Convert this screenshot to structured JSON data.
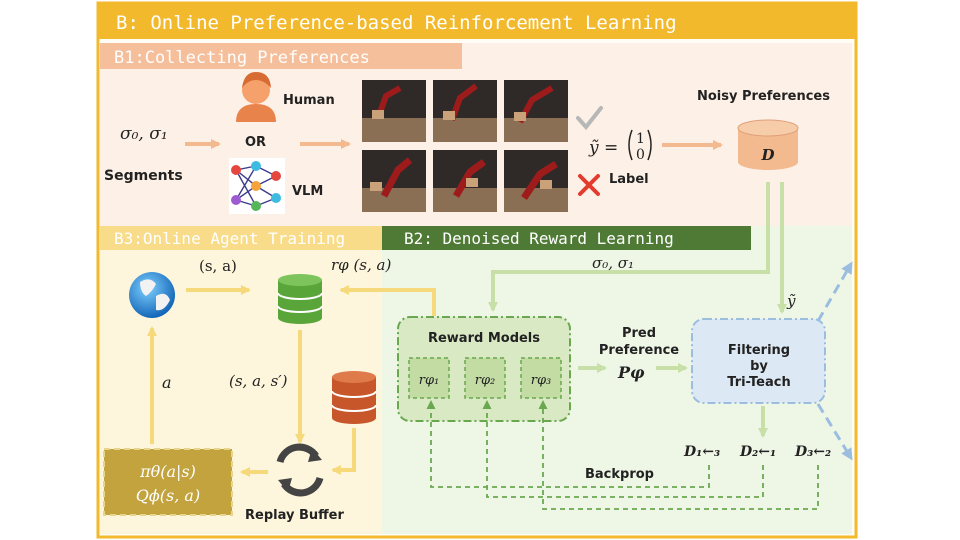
{
  "title": "B: Online Preference-based Reinforcement Learning",
  "b1": {
    "title": "B1:Collecting Preferences",
    "segments_symbol": "σ₀, σ₁",
    "segments_label": "Segments",
    "human_label": "Human",
    "or_label": "OR",
    "vlm_label": "VLM",
    "label_eq": "ỹ =",
    "label_vector_top": "1",
    "label_vector_bottom": "0",
    "label_text": "Label",
    "noisy_preferences": "Noisy Preferences",
    "dataset_symbol": "D"
  },
  "b2": {
    "title": "B2: Denoised Reward Learning",
    "segments_symbol": "σ₀, σ₁",
    "y_tilde": "ỹ",
    "reward_models_title": "Reward Models",
    "reward_model_1": "rφ₁",
    "reward_model_2": "rφ₂",
    "reward_model_3": "rφ₃",
    "pred_preference_line1": "Pred",
    "pred_preference_line2": "Preference",
    "pred_symbol": "Pφ",
    "filter_line1": "Filtering",
    "filter_line2": "by",
    "filter_line3": "Tri-Teach",
    "d13": "D₁←₃",
    "d21": "D₂←₁",
    "d32": "D₃←₂",
    "backprop": "Backprop"
  },
  "b3": {
    "title": "B3:Online Agent Training",
    "sa_label": "(s, a)",
    "reward_label": "rφ (s, a)",
    "transition_label": "(s, a, s′)",
    "action_label": "a",
    "policy_line1": "πθ(a|s)",
    "policy_line2": "Qϕ(s, a)",
    "replay_buffer": "Replay Buffer"
  },
  "colors": {
    "title_bar": "#f2b92c",
    "b1_header": "#f5bf9c",
    "b1_bg": "#fdf0e6",
    "b3_header": "#f8dc8a",
    "b3_bg": "#fdf6dc",
    "b2_header": "#4f7a35",
    "b2_bg": "#eef6e6",
    "orange_arrow": "#f3b98f",
    "yellow_arrow": "#f5d97a",
    "green_arrow": "#c9dfa8",
    "dashed_green": "#6aa84f",
    "db_green": "#5aa53a",
    "db_orange": "#c7562a",
    "policy_box": "#c2a33e",
    "filter_blue": "#9bbde0",
    "cross_red": "#e33b2e"
  }
}
